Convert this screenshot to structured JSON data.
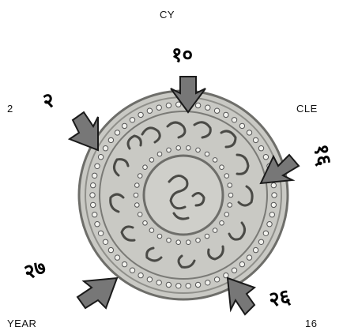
{
  "labels": {
    "cycle_label": "CY",
    "cycle_label_right": "CLE",
    "year_label": "YEAR",
    "number_left": "2",
    "number_right": "16"
  },
  "handwritten": {
    "top": "१०",
    "left": "२",
    "right": "१६",
    "bottom_left": "२७",
    "bottom_right": "२६"
  },
  "colors": {
    "coin_fill": "#c9c9c4",
    "coin_rim": "#8f8f8a",
    "arrow_fill": "#777777",
    "arrow_stroke": "#1a1a1a"
  },
  "icons": [
    "coin-image",
    "arrow-icon"
  ]
}
